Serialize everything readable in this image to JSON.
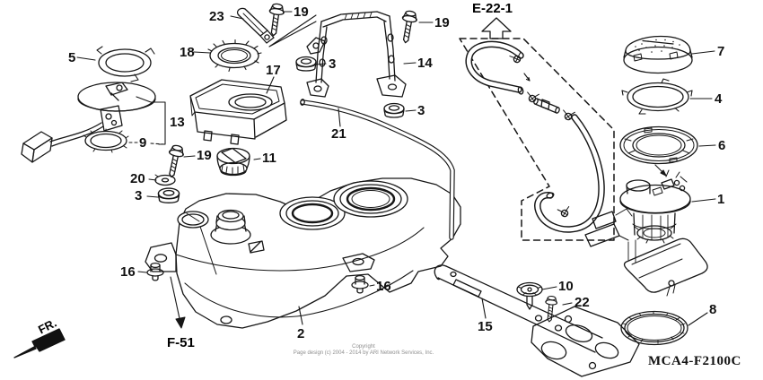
{
  "diagram": {
    "code": "MCA4-F2100C",
    "front_marker": "FR.",
    "refs": {
      "engine": "E-22-1",
      "frame": "F-51"
    },
    "copyright": {
      "line1": "Copyright",
      "line2": "Page design (c) 2004 - 2014 by ARI Network Services, Inc."
    },
    "callouts": [
      {
        "text": "23"
      },
      {
        "text": "19"
      },
      {
        "text": "19"
      },
      {
        "text": "5"
      },
      {
        "text": "18"
      },
      {
        "text": "3"
      },
      {
        "text": "14"
      },
      {
        "text": "17"
      },
      {
        "text": "7"
      },
      {
        "text": "4"
      },
      {
        "text": "13"
      },
      {
        "text": "9"
      },
      {
        "text": "6"
      },
      {
        "text": "21"
      },
      {
        "text": "19"
      },
      {
        "text": "11"
      },
      {
        "text": "3"
      },
      {
        "text": "20"
      },
      {
        "text": "3"
      },
      {
        "text": "1"
      },
      {
        "text": "16"
      },
      {
        "text": "16"
      },
      {
        "text": "10"
      },
      {
        "text": "22"
      },
      {
        "text": "8"
      },
      {
        "text": "15"
      },
      {
        "text": "2"
      }
    ]
  }
}
